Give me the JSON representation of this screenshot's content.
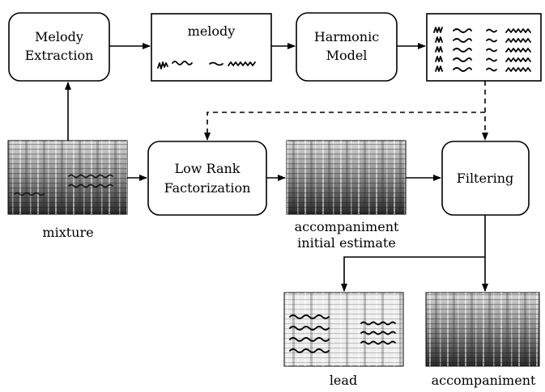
{
  "nodes": {
    "melody_extraction": {
      "line1": "Melody",
      "line2": "Extraction"
    },
    "melody": {
      "label": "melody"
    },
    "harmonic_model": {
      "line1": "Harmonic",
      "line2": "Model"
    },
    "low_rank": {
      "line1": "Low Rank",
      "line2": "Factorization"
    },
    "filtering": {
      "label": "Filtering"
    }
  },
  "captions": {
    "mixture": "mixture",
    "accomp_initial_line1": "accompaniment",
    "accomp_initial_line2": "initial estimate",
    "lead": "lead",
    "accompaniment": "accompaniment"
  }
}
